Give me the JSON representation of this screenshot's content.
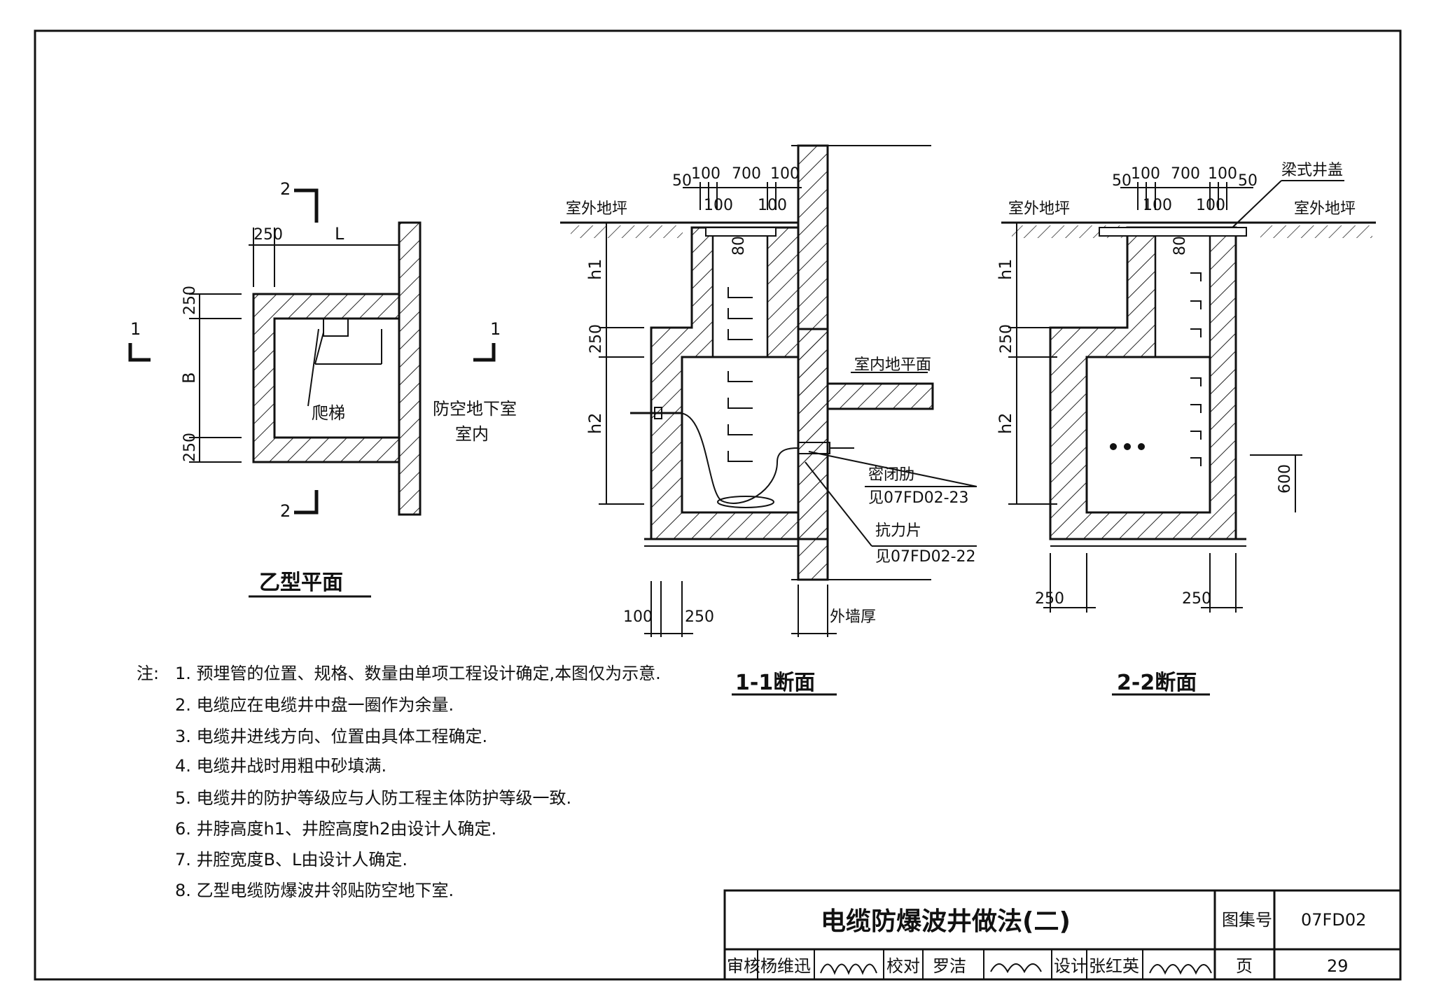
{
  "plan": {
    "title": "乙型平面",
    "section_mark_2": "2",
    "section_mark_1": "1",
    "dim_250": "250",
    "dim_L": "L",
    "dim_B": "B",
    "ladder_label": "爬梯",
    "room_label_1": "防空地下室",
    "room_label_2": "室内"
  },
  "section11": {
    "title": "1-1断面",
    "top_dims": [
      "50",
      "100",
      "700",
      "100"
    ],
    "top_dims_b": [
      "100",
      "100"
    ],
    "ground_label": "室外地坪",
    "indoor_label": "室内地平面",
    "dim_80": "80",
    "h1": "h1",
    "dim_250": "250",
    "h2": "h2",
    "seal_label": "密闭肋",
    "seal_ref": "见07FD02-23",
    "anchor_label": "抗力片",
    "anchor_ref": "见07FD02-22",
    "bottom_dim_100": "100",
    "bottom_dim_250": "250",
    "wall_label": "外墙厚"
  },
  "section22": {
    "title": "2-2断面",
    "top_dims": [
      "50",
      "100",
      "700",
      "100",
      "50"
    ],
    "top_dims_b": [
      "100",
      "100"
    ],
    "cover_label": "梁式井盖",
    "ground_left": "室外地坪",
    "ground_right": "室外地坪",
    "dim_80": "80",
    "h1": "h1",
    "dim_250": "250",
    "h2": "h2",
    "dim_600": "600",
    "bottom_dim_left": "250",
    "bottom_dim_right": "250"
  },
  "notes": {
    "prefix": "注:",
    "items": [
      "1. 预埋管的位置、规格、数量由单项工程设计确定,本图仅为示意.",
      "2. 电缆应在电缆井中盘一圈作为余量.",
      "3. 电缆井进线方向、位置由具体工程确定.",
      "4. 电缆井战时用粗中砂填满.",
      "5. 电缆井的防护等级应与人防工程主体防护等级一致.",
      "6. 井脖高度h1、井腔高度h2由设计人确定.",
      "7. 井腔宽度B、L由设计人确定.",
      "8. 乙型电缆防爆波井邻贴防空地下室."
    ]
  },
  "titleblock": {
    "title": "电缆防爆波井做法(二)",
    "atlas_label": "图集号",
    "atlas_no": "07FD02",
    "review_label": "审核",
    "reviewer": "杨维迅",
    "check_label": "校对",
    "checker": "罗洁",
    "design_label": "设计",
    "designer": "张红英",
    "page_label": "页",
    "page_no": "29"
  }
}
